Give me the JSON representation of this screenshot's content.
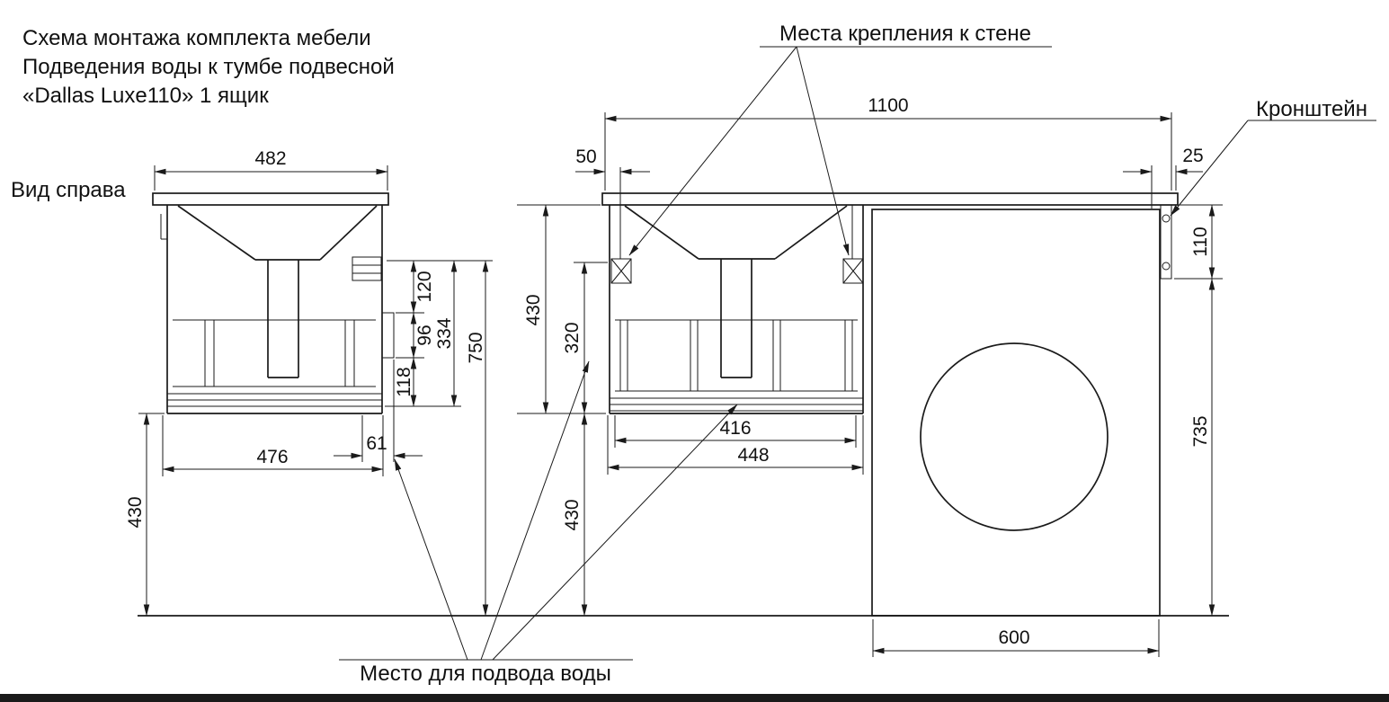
{
  "title": {
    "line1": "Схема монтажа комплекта мебели",
    "line2": "Подведения воды к тумбе подвесной",
    "line3": "«Dallas Luxe110» 1 ящик"
  },
  "labels": {
    "side_view": "Вид справа",
    "wall_mounts": "Места крепления к стене",
    "bracket": "Кронштейн",
    "water_supply": "Место для подвода воды"
  },
  "dims": {
    "side": {
      "top_width": "482",
      "h120": "120",
      "h96": "96",
      "h118": "118",
      "h334": "334",
      "h750": "750",
      "offset61": "61",
      "bottom_width": "476",
      "floor_height": "430"
    },
    "front": {
      "top_width": "1100",
      "left_offset": "50",
      "right_offset": "25",
      "bracket_height": "110",
      "cabinet_height": "430",
      "mount_height": "320",
      "drawer_width": "416",
      "cabinet_width": "448",
      "floor_height": "430",
      "wall_height": "735",
      "washer_width": "600"
    }
  }
}
